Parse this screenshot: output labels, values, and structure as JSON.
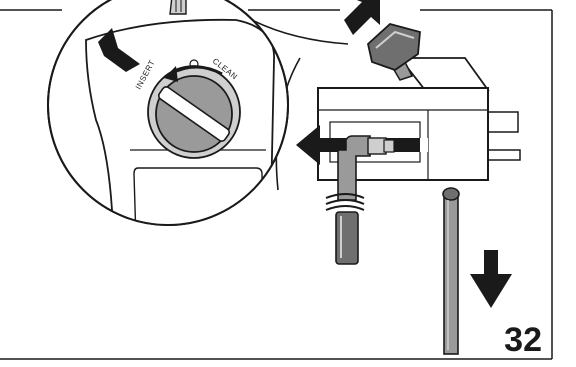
{
  "figure": {
    "step_number": "32",
    "dial": {
      "label_left": "INSERT",
      "label_right": "CLEAN"
    }
  },
  "colors": {
    "line": "#1a1a1a",
    "gray_dark": "#6f6f6f",
    "gray_mid": "#9a9a9a",
    "gray_light": "#cfcfcf",
    "background": "#ffffff"
  }
}
